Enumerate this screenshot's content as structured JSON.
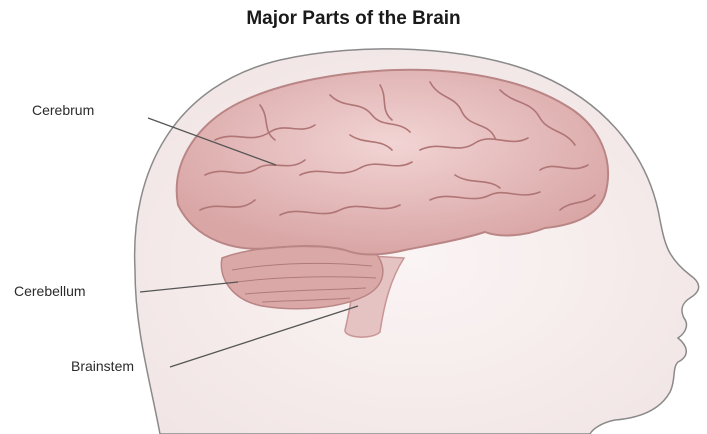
{
  "title": "Major Parts of the Brain",
  "labels": {
    "cerebrum": "Cerebrum",
    "cerebellum": "Cerebellum",
    "brainstem": "Brainstem"
  },
  "colors": {
    "head_fill": "#f8f0f0",
    "head_outline": "#8a8a8a",
    "brain_fill": "#e8bcbc",
    "brain_shadow": "#c99595",
    "cerebellum_fill": "#dba8a8",
    "brainstem_fill": "#e6c3c3",
    "leader_line": "#555555"
  }
}
